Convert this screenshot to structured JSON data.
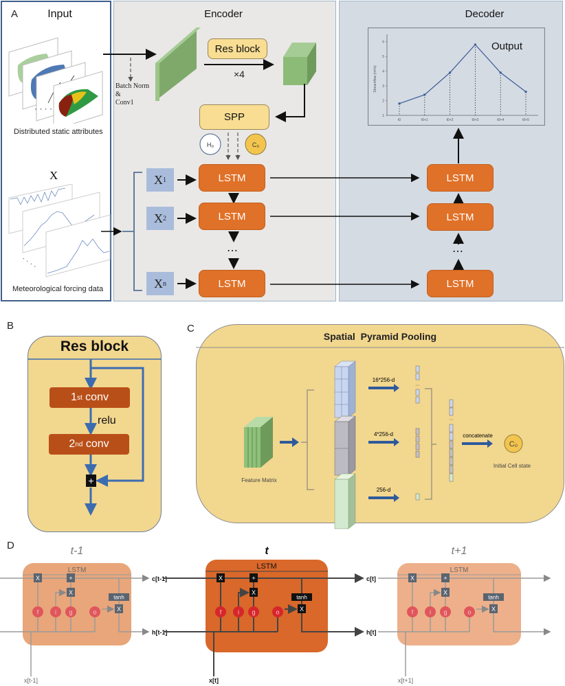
{
  "panel_labels": {
    "a": "A",
    "b": "B",
    "c": "C",
    "d": "D"
  },
  "section_a": {
    "input": {
      "title": "Input",
      "static_caption": "Distributed static attributes",
      "x_label": "X",
      "forcing_caption": "Meteorological forcing data"
    },
    "encoder": {
      "title": "Encoder",
      "batch_norm_label_1": "Batch Norm",
      "batch_norm_label_2": "&",
      "batch_norm_label_3": "Conv1",
      "res_block_label": "Res block",
      "repeat_label": "×4",
      "spp_label": "SPP",
      "h0_label": "H₀",
      "c0_label": "C₀",
      "inputs": [
        {
          "base": "X",
          "sub": "1"
        },
        {
          "base": "X",
          "sub": "2"
        },
        {
          "base": "X",
          "sub": "n"
        }
      ],
      "lstm_label": "LSTM",
      "ellipsis": "⋯"
    },
    "decoder": {
      "title": "Decoder",
      "lstm_label": "LSTM",
      "ellipsis": "⋯",
      "output_label": "Output"
    }
  },
  "chart_data": {
    "type": "line",
    "title": "Output",
    "x": [
      "t0",
      "t0+1",
      "t0+2",
      "t0+3",
      "t0+4",
      "t0+5"
    ],
    "series": [
      {
        "name": "Streamflow",
        "values": [
          1.8,
          2.4,
          3.9,
          5.8,
          3.9,
          2.6
        ]
      }
    ],
    "xlabel": "",
    "ylabel": "Streamflow (m³/s)",
    "ylim": [
      1,
      6.5
    ],
    "yticks": [
      1,
      2,
      3,
      4,
      5,
      6
    ],
    "grid": false,
    "drop_lines": true,
    "line_color": "#3b5a96"
  },
  "section_b": {
    "title": "Res block",
    "conv1": {
      "num": "1",
      "sup": "st",
      "word": " conv"
    },
    "conv2": {
      "num": "2",
      "sup": "nd",
      "word": " conv"
    },
    "activation": "relu",
    "add_symbol": "+"
  },
  "section_c": {
    "title": "Spatial  Pyramid Pooling",
    "feature_label": "Feature Matrix",
    "level_labels": [
      "16*256-d",
      "4*256-d",
      "256-d"
    ],
    "concat_label": "concatenate",
    "c0_label": "C₀",
    "output_label": "Initial Cell state"
  },
  "section_d": {
    "cells": [
      {
        "time": "t-1",
        "lstm": "LSTM",
        "c_out": "c[t-1]",
        "h_out": "h[t-1]",
        "x_in": "x[t-1]"
      },
      {
        "time": "t",
        "lstm": "LSTM",
        "c_out": "c[t]",
        "h_out": "h[t]",
        "x_in": "x[t]"
      },
      {
        "time": "t+1",
        "lstm": "LSTM",
        "c_out": "",
        "h_out": "",
        "x_in": "x[t+1]"
      }
    ],
    "gates": [
      "f",
      "i",
      "g",
      "o"
    ],
    "mult": "X",
    "add": "+",
    "tanh": "tanh"
  },
  "colors": {
    "lstm_orange": "#e07128",
    "pastel_yellow": "#f2d78f",
    "input_blue": "#a9bcdb",
    "encoder_bg": "#e9e8e6",
    "decoder_bg": "#d4dbe3",
    "gate_red": "#d6262b"
  }
}
